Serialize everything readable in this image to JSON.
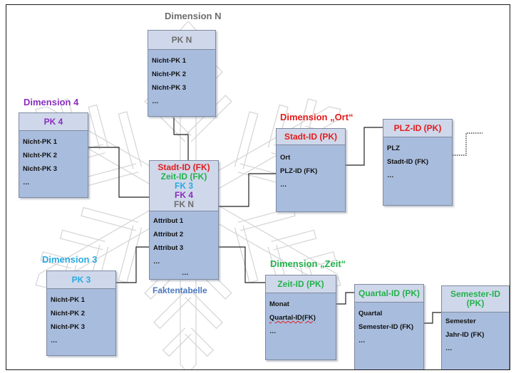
{
  "colors": {
    "dimension_n": "#6d6d6d",
    "dimension_4": "#8a2dbf",
    "dimension_3": "#29a9e1",
    "dimension_ort": "#e31c1c",
    "dimension_zeit": "#22b14c",
    "table_body": "#a8bcdd",
    "table_header": "#cfd8ea",
    "faktentabelle_caption": "#4d78c0"
  },
  "dimension_labels": {
    "n": "Dimension N",
    "four": "Dimension 4",
    "three": "Dimension 3",
    "ort": "Dimension „Ort“",
    "zeit": "Dimension „Zeit“"
  },
  "tables": {
    "dim_n": {
      "header": "PK N",
      "rows": [
        "Nicht-PK 1",
        "Nicht-PK 2",
        "Nicht-PK 3",
        "…"
      ]
    },
    "dim_4": {
      "header": "PK 4",
      "rows": [
        "Nicht-PK 1",
        "Nicht-PK 2",
        "Nicht-PK 3",
        "…"
      ]
    },
    "dim_3": {
      "header": "PK 3",
      "rows": [
        "Nicht-PK 1",
        "Nicht-PK 2",
        "Nicht-PK 3",
        "…"
      ]
    },
    "fakt": {
      "keys": [
        "Stadt-ID (FK)",
        "Zeit-ID (FK)",
        "FK 3",
        "FK 4",
        "FK N"
      ],
      "rows": [
        "Attribut 1",
        "Attribut 2",
        "Attribut 3",
        "…",
        "…"
      ],
      "caption": "Faktentabelle"
    },
    "stadt": {
      "header": "Stadt-ID (PK)",
      "rows": [
        "Ort",
        "PLZ-ID (FK)",
        "…"
      ]
    },
    "plz": {
      "header": "PLZ-ID (PK)",
      "rows": [
        "PLZ",
        "Stadt-ID (FK)",
        "…"
      ]
    },
    "zeit": {
      "header": "Zeit-ID (PK)",
      "rows": [
        "Monat",
        "Quartal-ID(FK)",
        "…"
      ]
    },
    "quartal": {
      "header": "Quartal-ID (PK)",
      "rows": [
        "Quartal",
        "Semester-ID (FK)",
        "…"
      ]
    },
    "semester": {
      "header": "Semester-ID (PK)",
      "rows": [
        "Semester",
        "Jahr-ID (FK)",
        "…"
      ]
    }
  }
}
